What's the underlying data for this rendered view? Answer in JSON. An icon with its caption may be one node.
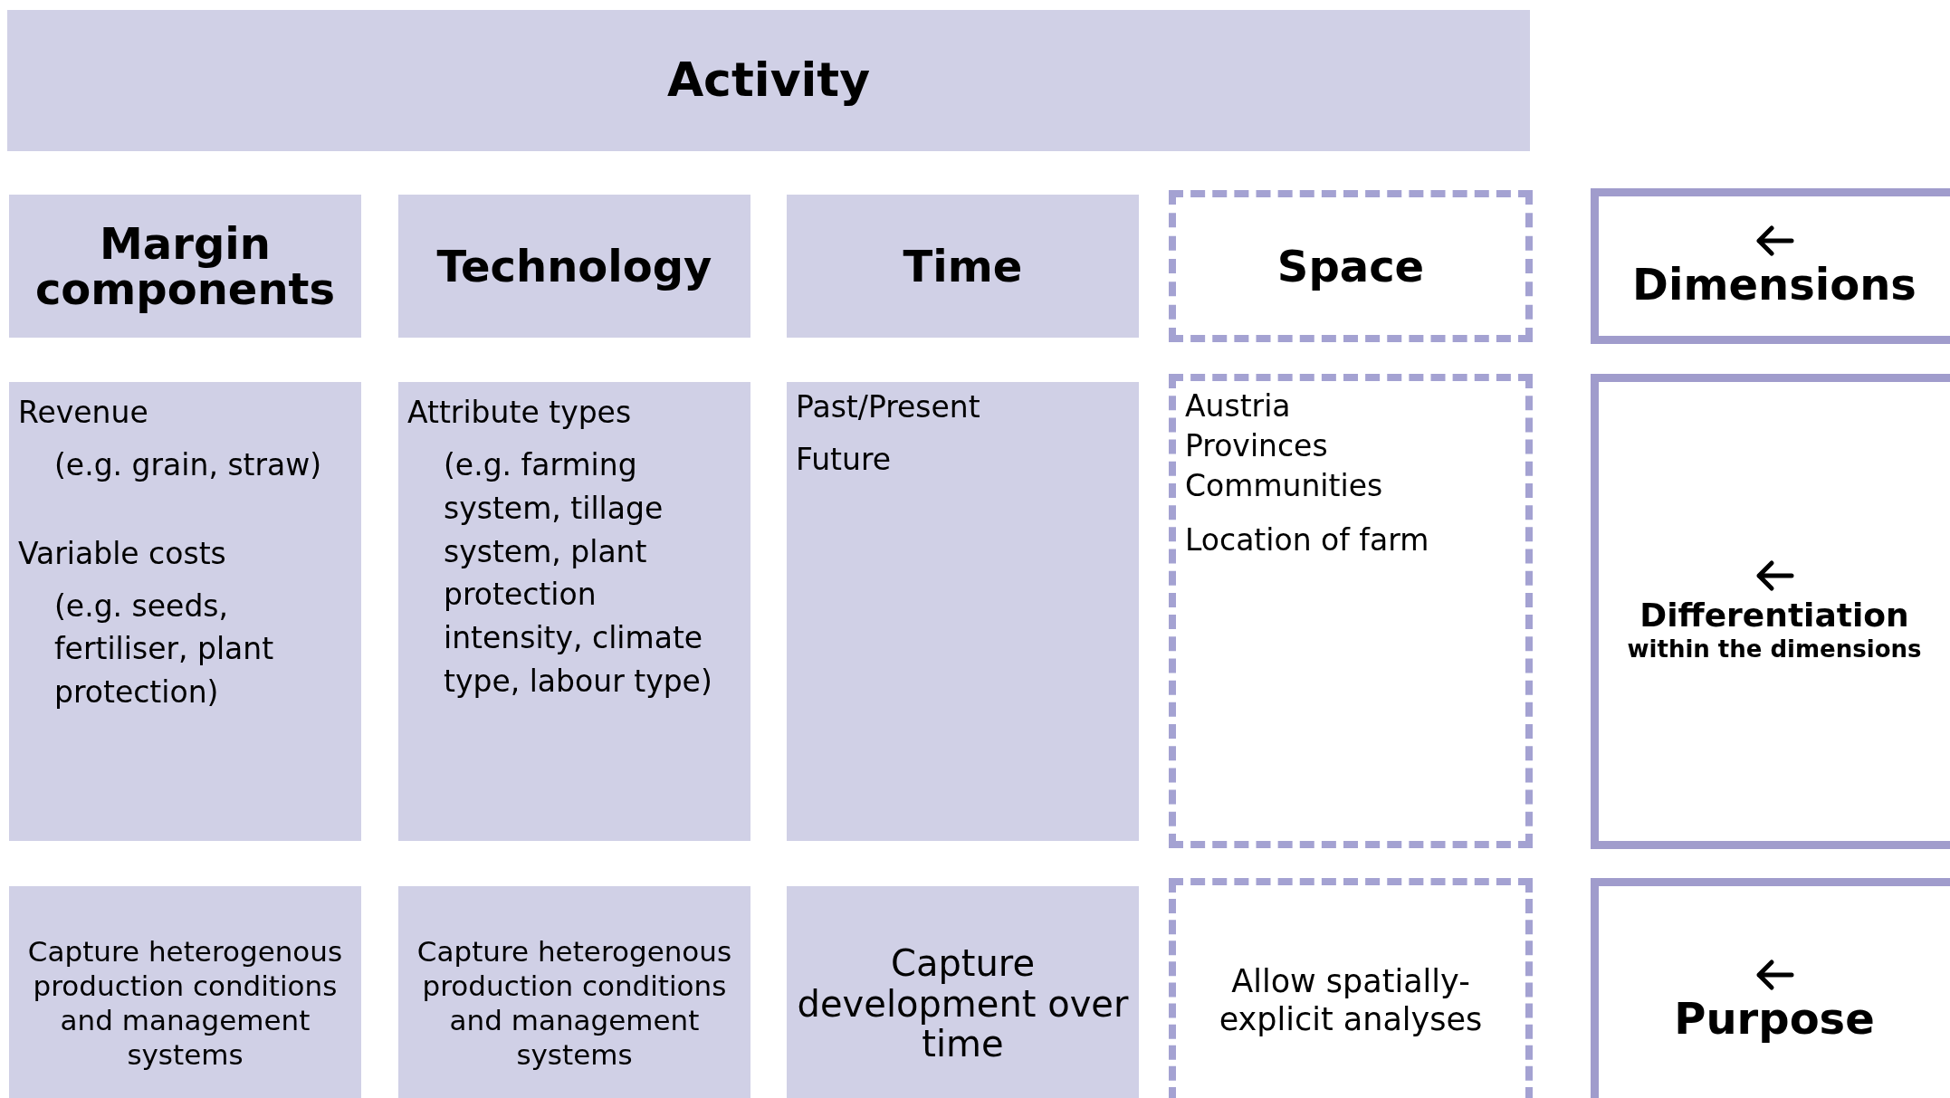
{
  "diagram": {
    "nodes": [
      {
        "text": [
          "Activity"
        ]
      },
      {
        "text": [
          "Margin components"
        ]
      },
      {
        "text": [
          "Technology"
        ]
      },
      {
        "text": [
          "Time"
        ]
      },
      {
        "text": [
          "Space"
        ]
      },
      {
        "text": [
          "Dimensions"
        ]
      },
      {
        "text": [
          "Revenue",
          "(e.g. grain, straw)",
          "Variable costs",
          "(e.g. seeds, fertiliser, plant protection)"
        ]
      },
      {
        "text": [
          "Attribute types",
          "(e.g. farming system, tillage system, plant protection intensity, climate type, labour type)"
        ]
      },
      {
        "text": [
          "Past/Present",
          "Future"
        ]
      },
      {
        "text": [
          "Austria",
          "Provinces",
          "Communities",
          "Location of farm"
        ]
      },
      {
        "text": [
          "Differentiation",
          "within the dimensions"
        ]
      },
      {
        "text": [
          "Capture heterogenous production conditions and management systems"
        ]
      },
      {
        "text": [
          "Capture heterogenous production conditions and management systems"
        ]
      },
      {
        "text": [
          "Capture development over time"
        ]
      },
      {
        "text": [
          "Allow spatially-explicit analyses"
        ]
      },
      {
        "text": [
          "Purpose"
        ]
      }
    ]
  }
}
